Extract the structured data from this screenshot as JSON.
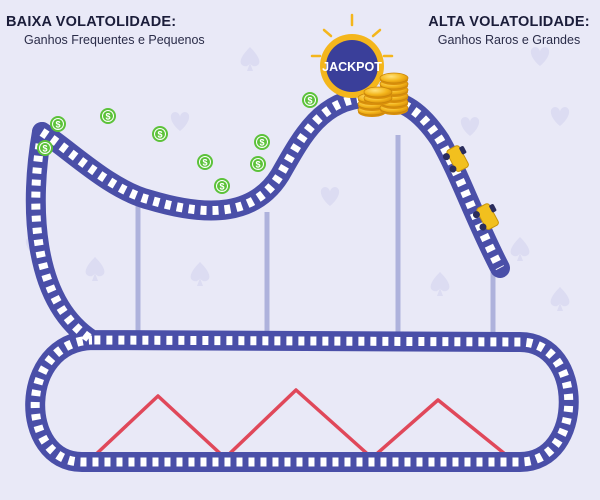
{
  "labels": {
    "low": {
      "title": "BAIXA VOLATOLIDADE:",
      "subtitle": "Ganhos Frequentes e Pequenos"
    },
    "high": {
      "title": "ALTA VOLATOLIDADE:",
      "subtitle": "Ganhos Raros e Grandes"
    },
    "jackpot": "JACKPOT"
  },
  "icons": {
    "coin": "dollar-coin-icon",
    "jackpot": "jackpot-badge-icon",
    "suits": "card-suit-icon",
    "cart": "coaster-cart-icon"
  },
  "colors": {
    "background": "#e9e9f7",
    "track": "#4a4fa8",
    "track_dark": "#3c4095",
    "tie": "#ffffff",
    "support": "#aeb2dc",
    "zigzag": "#e0485a",
    "coin": "#5cc23a",
    "gold": "#f4b61c",
    "jackpot_badge": "#3a3f9a",
    "cart": "#f2c01e",
    "suit": "#dcdcf2"
  }
}
